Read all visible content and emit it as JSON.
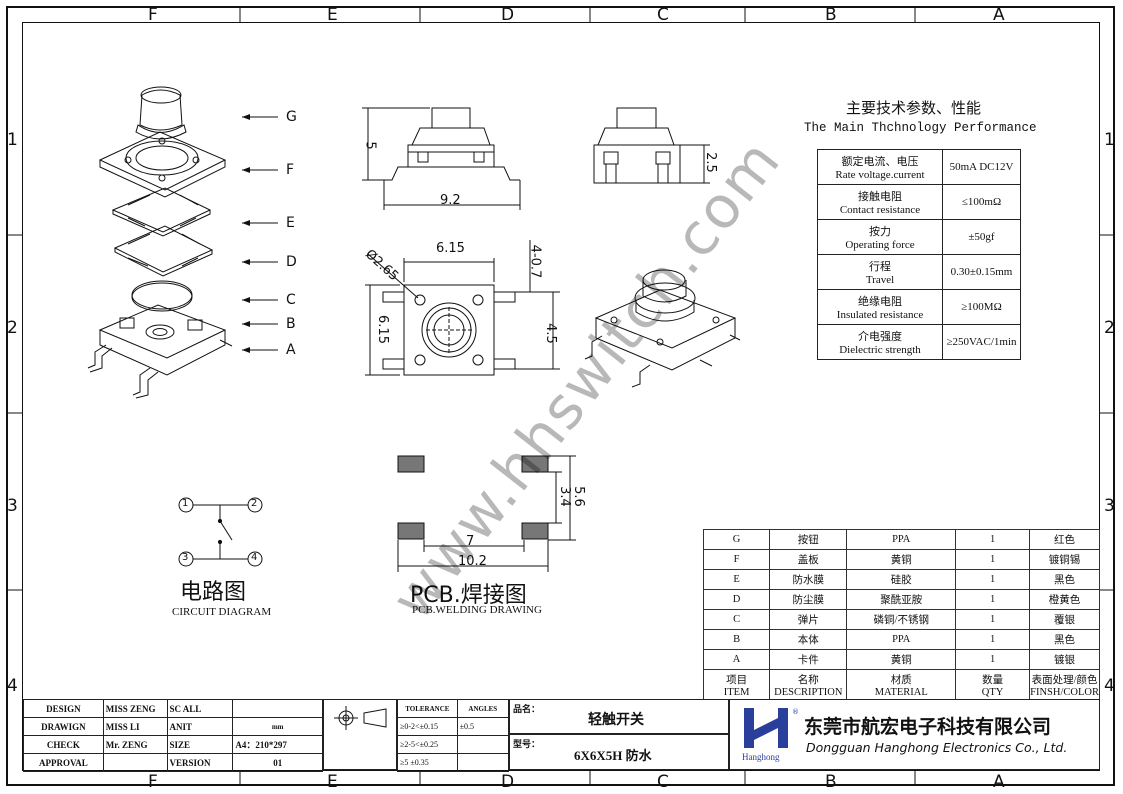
{
  "grid": {
    "columns": [
      "F",
      "E",
      "D",
      "C",
      "B",
      "A"
    ],
    "rows": [
      "1",
      "2",
      "3",
      "4"
    ]
  },
  "callouts": [
    "G",
    "F",
    "E",
    "D",
    "C",
    "B",
    "A"
  ],
  "dims": {
    "height_5": "5",
    "width_9_2": "9.2",
    "side_2_5": "2.5",
    "top_6_15": "6.15",
    "dia_2_65": "Ø2.65",
    "left_6_15": "6.15",
    "pin_4_0_7": "4-0.7",
    "pin_4_5": "4.5",
    "pad_5_6": "5.6",
    "pad_3_4": "3.4",
    "pad_7": "7",
    "pad_10_2": "10.2"
  },
  "circuit": {
    "pins": [
      "1",
      "2",
      "3",
      "4"
    ],
    "title_cn": "电路图",
    "title_en": "CIRCUIT DIAGRAM"
  },
  "pcb": {
    "title_cn": "PCB.焊接图",
    "title_en": "PCB.WELDING DRAWING"
  },
  "watermark": "www.hhswitch.com",
  "spec": {
    "title_cn": "主要技术参数、性能",
    "title_en": "The Main Thchnology Performance",
    "rows": [
      {
        "cn": "额定电流、电压",
        "en": "Rate voltage.current",
        "value": "50mA DC12V"
      },
      {
        "cn": "接触电阻",
        "en": "Contact resistance",
        "value": "≤100mΩ"
      },
      {
        "cn": "按力",
        "en": "Operating force",
        "value": "±50gf"
      },
      {
        "cn": "行程",
        "en": "Travel",
        "value": "0.30±0.15mm"
      },
      {
        "cn": "绝缘电阻",
        "en": "Insulated resistance",
        "value": "≥100MΩ"
      },
      {
        "cn": "介电强度",
        "en": "Dielectric strength",
        "value": "≥250VAC/1min"
      }
    ]
  },
  "bom": {
    "rows": [
      {
        "item": "G",
        "name": "按钮",
        "material": "PPA",
        "qty": "1",
        "finish": "红色"
      },
      {
        "item": "F",
        "name": "盖板",
        "material": "黄铜",
        "qty": "1",
        "finish": "镀铜锡"
      },
      {
        "item": "E",
        "name": "防水膜",
        "material": "硅胶",
        "qty": "1",
        "finish": "黑色"
      },
      {
        "item": "D",
        "name": "防尘膜",
        "material": "聚酰亚胺",
        "qty": "1",
        "finish": "橙黄色"
      },
      {
        "item": "C",
        "name": "弹片",
        "material": "磷铜/不锈钢",
        "qty": "1",
        "finish": "覆银"
      },
      {
        "item": "B",
        "name": "本体",
        "material": "PPA",
        "qty": "1",
        "finish": "黑色"
      },
      {
        "item": "A",
        "name": "卡件",
        "material": "黄铜",
        "qty": "1",
        "finish": "镀银"
      }
    ],
    "header": {
      "item_cn": "项目",
      "item_en": "ITEM",
      "name_cn": "名称",
      "name_en": "DESCRIPTION",
      "material_cn": "材质",
      "material_en": "MATERIAL",
      "qty_cn": "数量",
      "qty_en": "QTY",
      "finish_cn": "表面处理/颜色",
      "finish_en": "FINSH/COLOR"
    }
  },
  "titleblock": {
    "design": "DESIGN",
    "design_name": "MISS ZENG",
    "sc": "SC ALL",
    "drawign": "DRAWIGN",
    "drawign_name": "MISS LI",
    "anit": "ANIT",
    "unit": "mm",
    "check": "CHECK",
    "check_name": "Mr. ZENG",
    "size": "SIZE",
    "size_val": "A4：210*297",
    "approval": "APPROVAL",
    "version": "VERSION",
    "version_val": "01",
    "tolerance": "TOLERANCE",
    "angles": "ANGLES",
    "tol1": "≥0-2<±0.15",
    "ang1": "±0.5",
    "tol2": "≥2-5<±0.25",
    "tol3": "≥5  ±0.35",
    "product_label": "品名：",
    "product": "轻触开关",
    "model_label": "型号：",
    "model": "6X6X5H 防水",
    "company_cn": "东莞市航宏电子科技有限公司",
    "company_en": "Dongguan Hanghong Electronics Co., Ltd.",
    "logo_text": "Hanghong"
  }
}
